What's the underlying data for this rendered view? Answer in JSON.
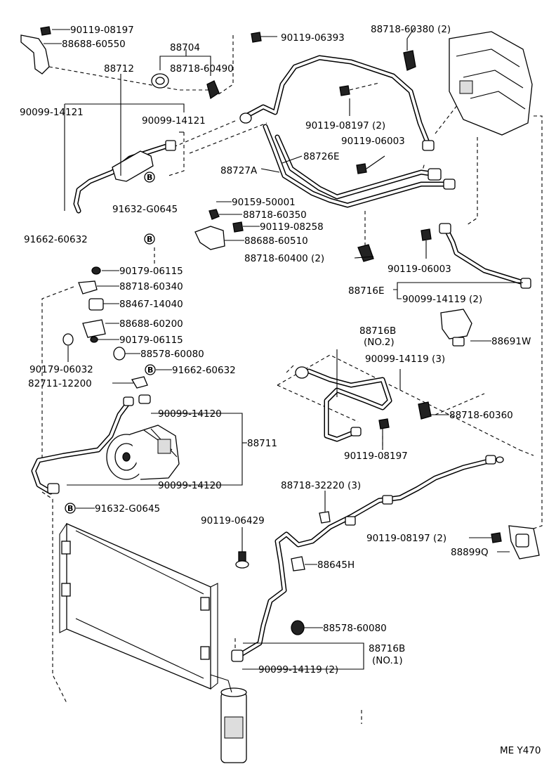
{
  "labels": {
    "p01": "90119-08197",
    "p02": "88688-60550",
    "p03": "88704",
    "p04": "88712",
    "p05": "88718-60490",
    "p06": "90099-14121",
    "p07": "90099-14121",
    "p08": "91632-G0645",
    "p09": "91662-60632",
    "p10": "90119-06393",
    "p11": "88718-60380 (2)",
    "p12": "90119-08197 (2)",
    "p13": "90119-06003",
    "p14": "88726E",
    "p15": "88727A",
    "p16": "90159-50001",
    "p17": "88718-60350",
    "p18": "90119-08258",
    "p19": "88688-60510",
    "p20": "88718-60400 (2)",
    "p21": "90119-06003",
    "p22": "88716E",
    "p23": "90099-14119 (2)",
    "p24": "88691W",
    "p25": "88716B",
    "p26": "(NO.2)",
    "p27": "90099-14119 (3)",
    "p28": "88718-60360",
    "p29": "90119-08197",
    "p30": "90179-06115",
    "p31": "88718-60340",
    "p32": "88467-14040",
    "p33": "88688-60200",
    "p34": "90179-06115",
    "p35": "88578-60080",
    "p36": "90179-06032",
    "p37": "91662-60632",
    "p38": "82711-12200",
    "p39": "90099-14120",
    "p40": "88711",
    "p41": "90099-14120",
    "p42": "91632-G0645",
    "p43": "88718-32220 (3)",
    "p44": "90119-06429",
    "p45": "90119-08197 (2)",
    "p46": "88899Q",
    "p47": "88645H",
    "p48": "88578-60080",
    "p49": "88716B",
    "p50": "(NO.1)",
    "p51": "90099-14119 (2)",
    "footer": "ME Y470",
    "markerB": "B"
  }
}
